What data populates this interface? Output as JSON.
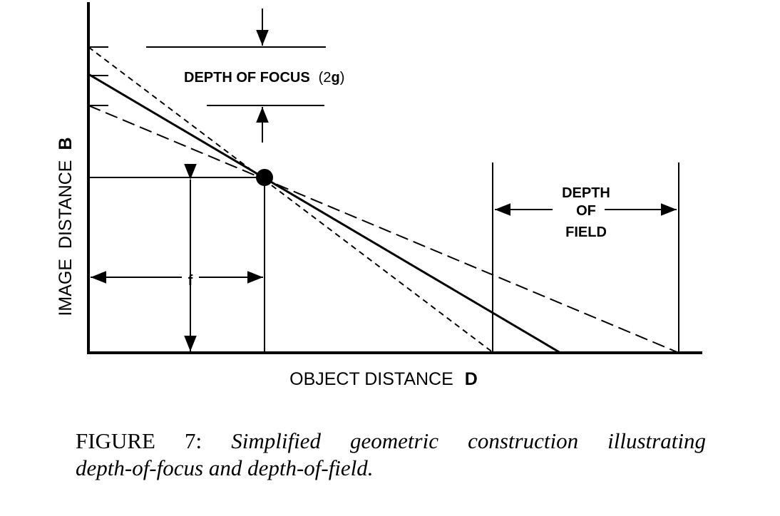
{
  "diagram": {
    "y_axis": {
      "title": "IMAGE  DISTANCE",
      "symbol": "B"
    },
    "x_axis": {
      "title": "OBJECT DISTANCE",
      "symbol": "D"
    },
    "depth_of_focus": {
      "label": "DEPTH OF FOCUS",
      "paren_open": "(",
      "factor": "2",
      "symbol": "g",
      "paren_close": ")"
    },
    "depth_of_field": {
      "line1": "DEPTH",
      "line2": "OF",
      "line3": "FIELD"
    },
    "focal_label": "f"
  },
  "caption": {
    "figure_word": "FIGURE",
    "figure_number": "7:",
    "words": [
      "Simplified",
      "geometric",
      "construction",
      "illustrating"
    ],
    "line2": "depth-of-focus and depth-of-field."
  }
}
